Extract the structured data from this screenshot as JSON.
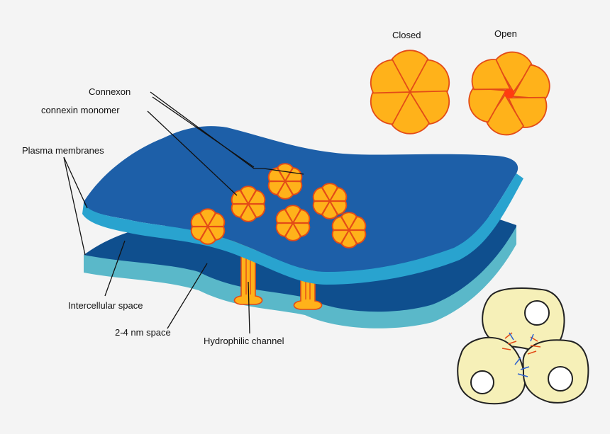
{
  "labels": {
    "closed": "Closed",
    "open": "Open",
    "connexon": "Connexon",
    "connexin_monomer": "connexin monomer",
    "plasma_membranes": "Plasma membranes",
    "intercellular_space": "Intercellular space",
    "nm_space": "2-4 nm space",
    "hydrophilic_channel": "Hydrophilic channel"
  },
  "colors": {
    "background": "#f4f4f4",
    "membrane_top": "#1d5fa8",
    "membrane_edge": "#29a3cf",
    "membrane_bottom": "#0f4f8e",
    "membrane_bottom_edge": "#5ab8c9",
    "connexon_fill": "#ffb21a",
    "connexon_stroke": "#e34b17",
    "pore_open": "#ff3b10",
    "cell_fill": "#f6f0b8",
    "cell_stroke": "#222222"
  }
}
